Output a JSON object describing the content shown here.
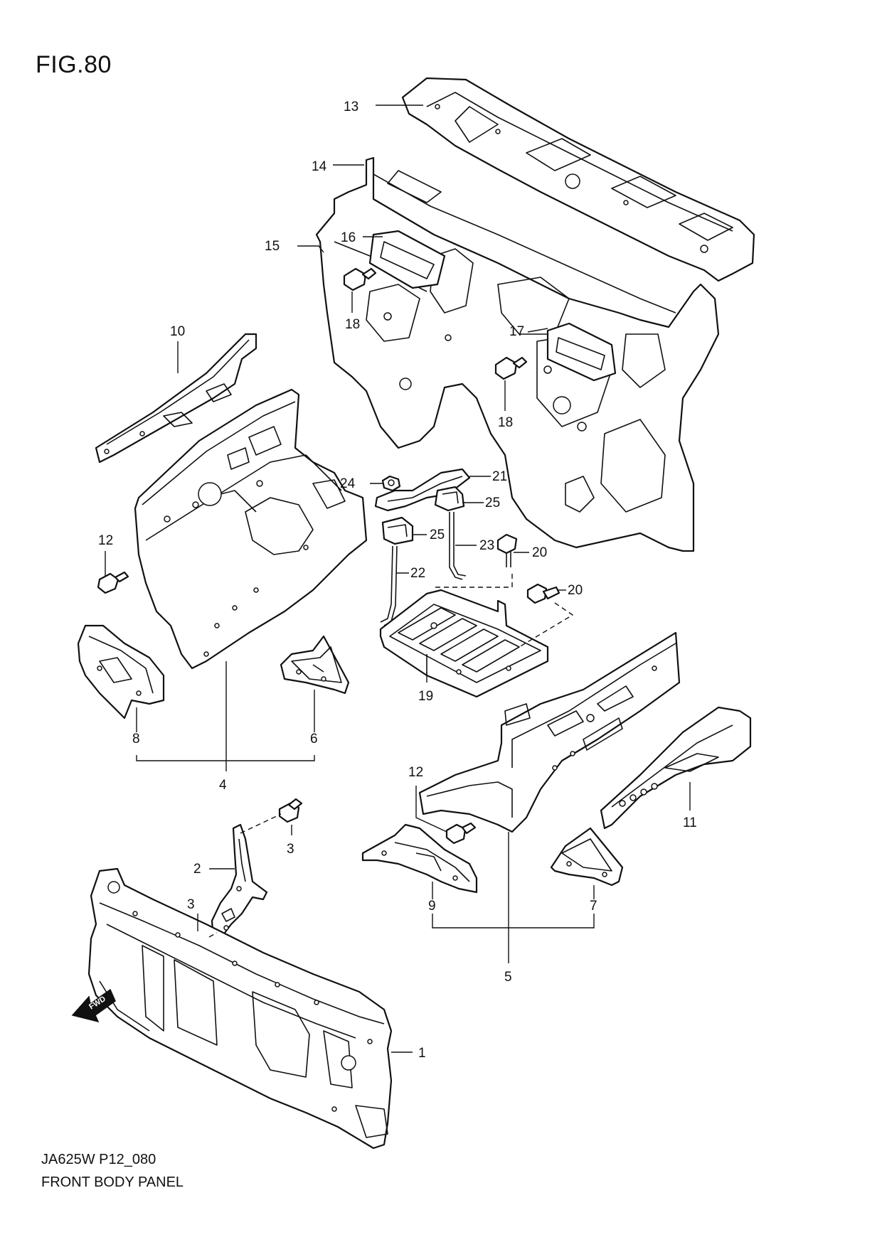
{
  "figure": {
    "title": "FIG.80",
    "code": "JA625W P12_080",
    "name": "FRONT BODY PANEL",
    "fwd_label": "FWD"
  },
  "callouts": {
    "c1": "1",
    "c2": "2",
    "c3a": "3",
    "c3b": "3",
    "c4": "4",
    "c5": "5",
    "c6": "6",
    "c7": "7",
    "c8": "8",
    "c9": "9",
    "c10": "10",
    "c11": "11",
    "c12a": "12",
    "c12b": "12",
    "c13": "13",
    "c14": "14",
    "c15": "15",
    "c16": "16",
    "c17": "17",
    "c18a": "18",
    "c18b": "18",
    "c19": "19",
    "c20a": "20",
    "c20b": "20",
    "c21": "21",
    "c22": "22",
    "c23": "23",
    "c24": "24",
    "c25a": "25",
    "c25b": "25"
  },
  "parts": [
    {
      "no": "1",
      "icon": "radiator-support-panel"
    },
    {
      "no": "2",
      "icon": "bracket"
    },
    {
      "no": "3",
      "icon": "bolt"
    },
    {
      "no": "4",
      "icon": "fender-apron-left"
    },
    {
      "no": "5",
      "icon": "fender-apron-right"
    },
    {
      "no": "6",
      "icon": "gusset"
    },
    {
      "no": "7",
      "icon": "gusset"
    },
    {
      "no": "8",
      "icon": "bracket"
    },
    {
      "no": "9",
      "icon": "bracket"
    },
    {
      "no": "10",
      "icon": "side-member"
    },
    {
      "no": "11",
      "icon": "side-member"
    },
    {
      "no": "12",
      "icon": "bolt"
    },
    {
      "no": "13",
      "icon": "cowl-top-panel"
    },
    {
      "no": "14",
      "icon": "cowl-upper-panel"
    },
    {
      "no": "15",
      "icon": "dash-panel"
    },
    {
      "no": "16",
      "icon": "grommet-cover"
    },
    {
      "no": "17",
      "icon": "grommet-cover"
    },
    {
      "no": "18",
      "icon": "bolt"
    },
    {
      "no": "19",
      "icon": "battery-tray"
    },
    {
      "no": "20",
      "icon": "bolt"
    },
    {
      "no": "21",
      "icon": "battery-holder"
    },
    {
      "no": "22",
      "icon": "hook-rod"
    },
    {
      "no": "23",
      "icon": "hook-rod"
    },
    {
      "no": "24",
      "icon": "nut"
    },
    {
      "no": "25",
      "icon": "clamp"
    }
  ]
}
